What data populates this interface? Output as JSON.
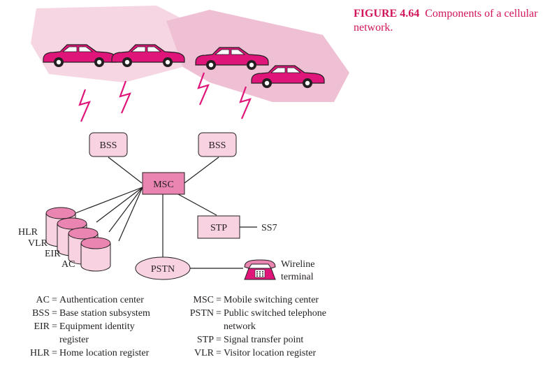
{
  "figure": {
    "number": "FIGURE 4.64",
    "title": "Components of a cellular network."
  },
  "nodes": {
    "bss_left": "BSS",
    "bss_right": "BSS",
    "msc": "MSC",
    "stp": "STP",
    "pstn": "PSTN",
    "ss7": "SS7",
    "wireline_line1": "Wireline",
    "wireline_line2": "terminal"
  },
  "databases": [
    "HLR",
    "VLR",
    "EIR",
    "AC"
  ],
  "legend_left": [
    {
      "abbr": "AC",
      "def": "Authentication center"
    },
    {
      "abbr": "BSS",
      "def": "Base station subsystem"
    },
    {
      "abbr": "EIR",
      "def": "Equipment identity register"
    },
    {
      "abbr": "HLR",
      "def": "Home location register"
    }
  ],
  "legend_right": [
    {
      "abbr": "MSC",
      "def": "Mobile switching center"
    },
    {
      "abbr": "PSTN",
      "def": "Public switched telephone network"
    },
    {
      "abbr": "STP",
      "def": "Signal transfer point"
    },
    {
      "abbr": "VLR",
      "def": "Visitor location register"
    }
  ],
  "colors": {
    "accent": "#d2145a",
    "cell_fill": "#f6d6e3",
    "cell_fill_right": "#efc0d4",
    "box_fill": "#f9d2e1",
    "msc_fill": "#e985b0",
    "car_body": "#e0157a",
    "line": "#231f20"
  }
}
